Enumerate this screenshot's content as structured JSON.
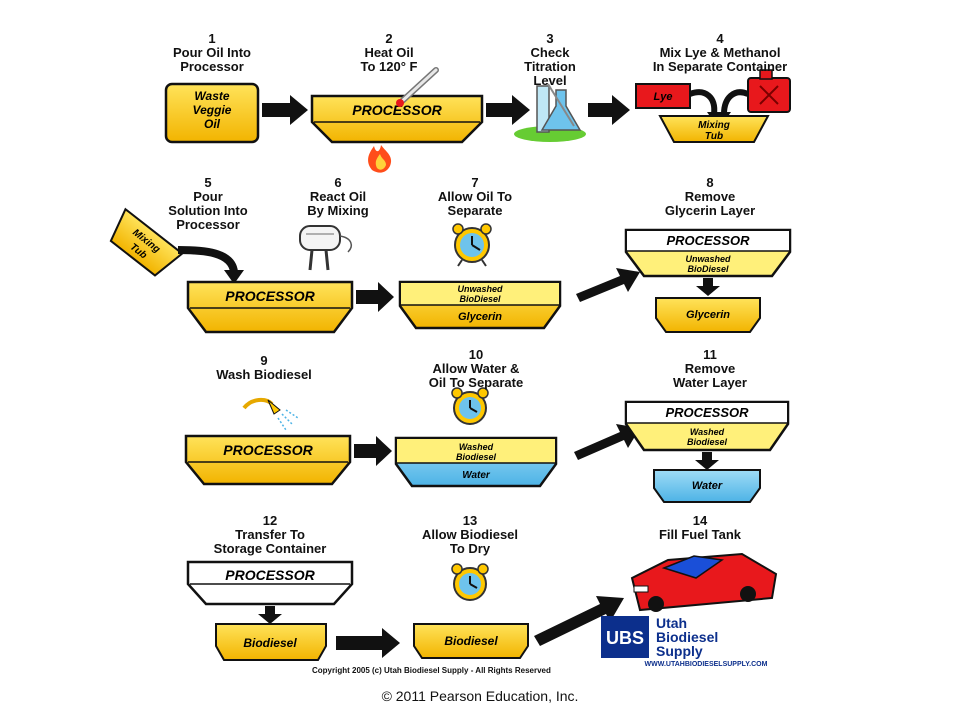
{
  "steps": [
    {
      "num": "1",
      "line1": "Pour Oil Into",
      "line2": "Processor",
      "line3": ""
    },
    {
      "num": "2",
      "line1": "Heat Oil",
      "line2": "To 120° F",
      "line3": ""
    },
    {
      "num": "3",
      "line1": "Check",
      "line2": "Titration",
      "line3": "Level"
    },
    {
      "num": "4",
      "line1": "Mix Lye & Methanol",
      "line2": "In Separate Container",
      "line3": ""
    },
    {
      "num": "5",
      "line1": "Pour",
      "line2": "Solution Into",
      "line3": "Processor"
    },
    {
      "num": "6",
      "line1": "React Oil",
      "line2": "By Mixing",
      "line3": ""
    },
    {
      "num": "7",
      "line1": "Allow Oil To",
      "line2": "Separate",
      "line3": ""
    },
    {
      "num": "8",
      "line1": "Remove",
      "line2": "Glycerin Layer",
      "line3": ""
    },
    {
      "num": "9",
      "line1": "Wash Biodiesel",
      "line2": "",
      "line3": ""
    },
    {
      "num": "10",
      "line1": "Allow Water &",
      "line2": "Oil To Separate",
      "line3": ""
    },
    {
      "num": "11",
      "line1": "Remove",
      "line2": "Water Layer",
      "line3": ""
    },
    {
      "num": "12",
      "line1": "Transfer To",
      "line2": "Storage Container",
      "line3": ""
    },
    {
      "num": "13",
      "line1": "Allow Biodiesel",
      "line2": "To Dry",
      "line3": ""
    },
    {
      "num": "14",
      "line1": "Fill Fuel Tank",
      "line2": "",
      "line3": ""
    }
  ],
  "labels": {
    "waste_oil_1": "Waste",
    "waste_oil_2": "Veggie",
    "waste_oil_3": "Oil",
    "processor": "PROCESSOR",
    "lye": "Lye",
    "mixing_tub_1": "Mixing",
    "mixing_tub_2": "Tub",
    "unwashed_1": "Unwashed",
    "unwashed_2": "BioDiesel",
    "glycerin": "Glycerin",
    "washed_1": "Washed",
    "washed_2": "Biodiesel",
    "water": "Water",
    "biodiesel": "Biodiesel"
  },
  "logo": {
    "initials": "UBS",
    "line1": "Utah",
    "line2": "Biodiesel",
    "line3": "Supply",
    "url": "WWW.UTAHBIODIESELSUPPLY.COM"
  },
  "copyright": "Copyright 2005 (c) Utah Biodiesel Supply - All Rights Reserved",
  "credit": "© 2011 Pearson Education, Inc.",
  "colors": {
    "yellow": "#ffc800",
    "yellow_dark": "#e6a800",
    "light_yellow": "#fff07a",
    "water_blue": "#6ec3ec",
    "red": "#e8181c",
    "green": "#66cc33",
    "outline": "#111111"
  }
}
